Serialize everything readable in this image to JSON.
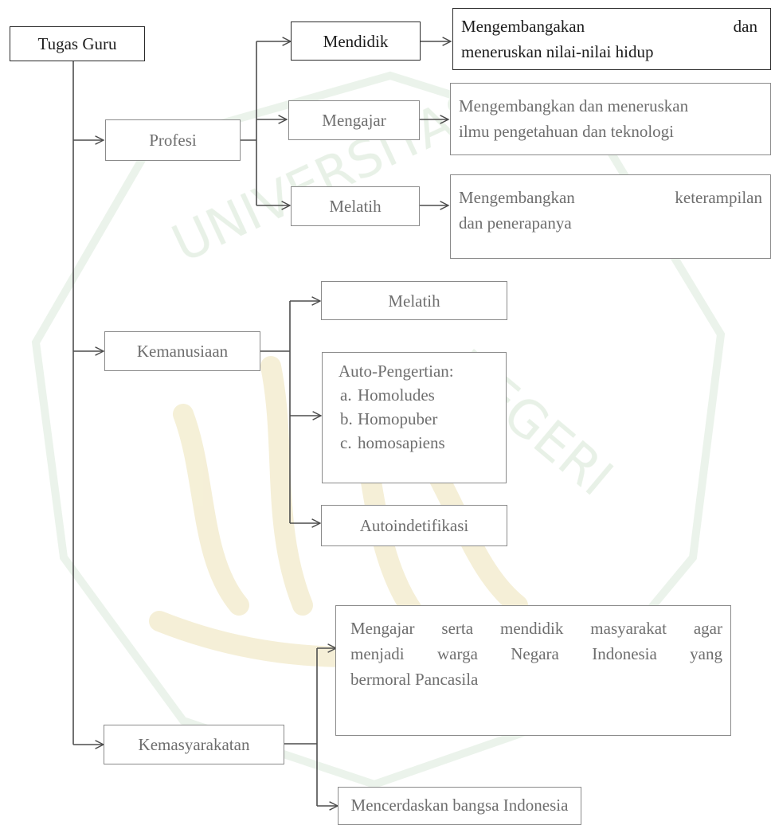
{
  "root": {
    "label": "Tugas Guru"
  },
  "branches": {
    "profesi": {
      "label": "Profesi",
      "children": [
        {
          "label": "Mendidik",
          "desc": [
            "Mengembangakan",
            "dan",
            "meneruskan  nilai-nilai hidup"
          ]
        },
        {
          "label": "Mengajar",
          "desc": [
            "Mengembangkan dan meneruskan",
            "ilmu pengetahuan dan teknologi"
          ]
        },
        {
          "label": "Melatih",
          "desc": [
            "Mengembangkan",
            "keterampilan",
            "dan penerapanya"
          ]
        }
      ]
    },
    "kemanusiaan": {
      "label": "Kemanusiaan",
      "children": [
        {
          "label": "Melatih"
        },
        {
          "title": "Auto-Pengertian:",
          "items": [
            {
              "marker": "a.",
              "text": "Homoludes"
            },
            {
              "marker": "b.",
              "text": "Homopuber"
            },
            {
              "marker": "c.",
              "text": "homosapiens"
            }
          ]
        },
        {
          "label": "Autoindetifikasi"
        }
      ]
    },
    "kemasyarakatan": {
      "label": "Kemasyarakatan",
      "children": [
        {
          "lines": [
            "Mengajar serta mendidik masyarakat agar",
            "menjadi warga Negara Indonesia yang",
            "bermoral Pancasila"
          ]
        },
        {
          "label": "Mencerdaskan bangsa Indonesia"
        }
      ]
    }
  },
  "colors": {
    "line": "#5a5a5a",
    "watermark": "#cfe3cf",
    "watermark_gold": "#f0e6b8"
  }
}
